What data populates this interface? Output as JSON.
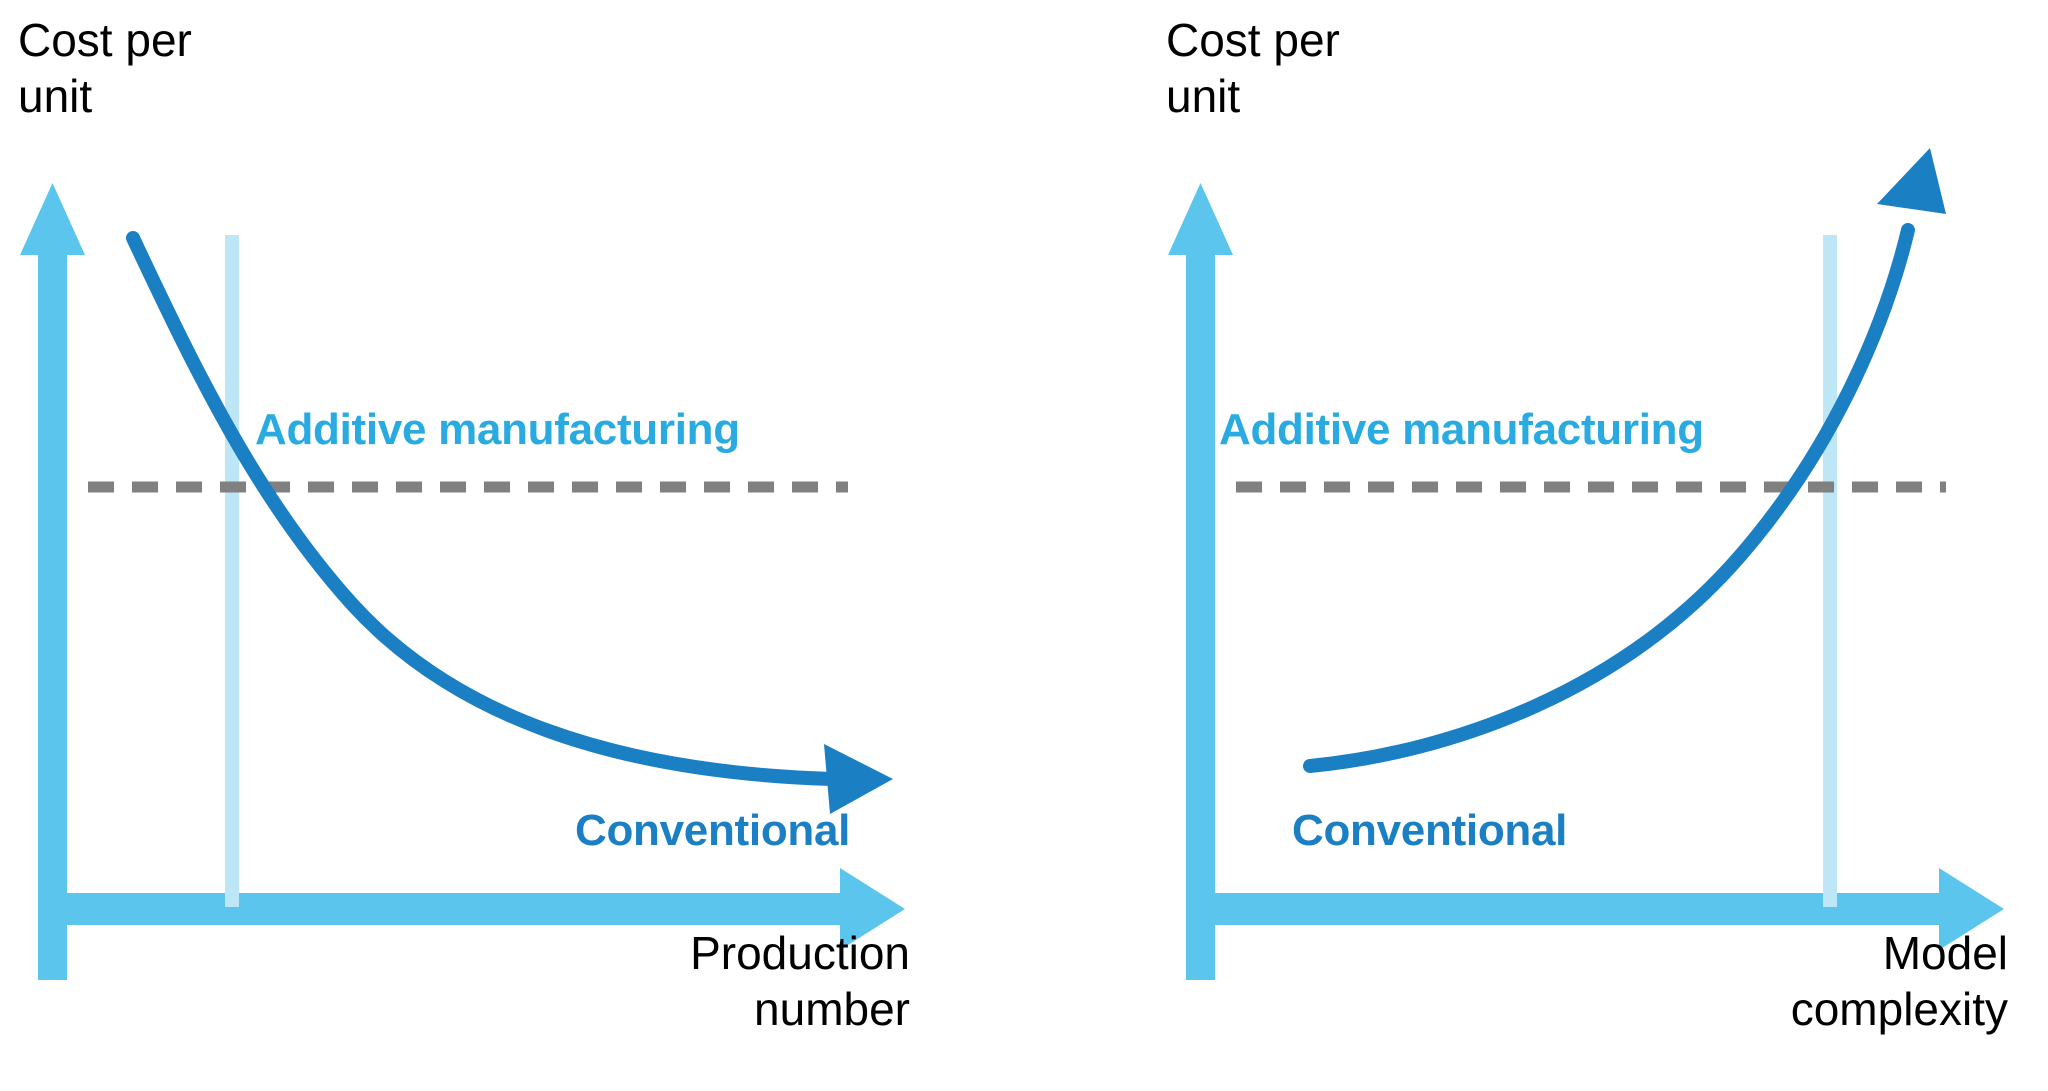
{
  "figure": {
    "background": "#ffffff",
    "panels": [
      {
        "id": "left",
        "y_axis_label": "Cost per\nunit",
        "x_axis_label": "Production\nnumber",
        "series_labels": {
          "additive": "Additive manufacturing",
          "conventional": "Conventional"
        }
      },
      {
        "id": "right",
        "y_axis_label": "Cost per\nunit",
        "x_axis_label": "Model\ncomplexity",
        "series_labels": {
          "additive": "Additive manufacturing",
          "conventional": "Conventional"
        }
      }
    ]
  },
  "colors": {
    "axis_blue": "#5BC5ED",
    "guide_blue": "#BDE7F7",
    "curve_blue": "#1B7FC4",
    "label_additive": "#29ABE2",
    "label_conventional": "#1B7FC4",
    "dashed_gray": "#808080",
    "text_black": "#000000"
  },
  "chart_data": [
    {
      "type": "line",
      "title": "",
      "panel": "left",
      "xlabel": "Production number",
      "ylabel": "Cost per unit",
      "grid": false,
      "legend": "inline-annotations",
      "xlim": [
        0,
        100
      ],
      "ylim": [
        0,
        100
      ],
      "series": [
        {
          "name": "Conventional",
          "style": "solid-arrow-curve",
          "color": "#1B7FC4",
          "description": "Decreasing convex curve (cost per unit falls as production number rises)",
          "x": [
            7,
            12,
            20,
            30,
            42,
            55,
            68,
            80,
            92,
            100
          ],
          "y": [
            88,
            78,
            63,
            50,
            39,
            30,
            24,
            20,
            18,
            17
          ]
        },
        {
          "name": "Additive manufacturing",
          "style": "dashed-horizontal",
          "color": "#808080",
          "description": "Constant cost per unit independent of production number",
          "x": [
            2,
            100
          ],
          "y": [
            57,
            57
          ]
        }
      ],
      "annotations": [
        {
          "name": "break-even-marker",
          "type": "vertical-guide",
          "color": "#BDE7F7",
          "x": 21,
          "description": "Light blue vertical line marking the break-even production number where the two curves cross"
        },
        {
          "name": "additive-label",
          "text": "Additive manufacturing",
          "x": 28,
          "y": 64
        },
        {
          "name": "conventional-label",
          "text": "Conventional",
          "x": 65,
          "y": 11
        }
      ]
    },
    {
      "type": "line",
      "title": "",
      "panel": "right",
      "xlabel": "Model complexity",
      "ylabel": "Cost per unit",
      "grid": false,
      "legend": "inline-annotations",
      "xlim": [
        0,
        100
      ],
      "ylim": [
        0,
        100
      ],
      "series": [
        {
          "name": "Conventional",
          "style": "solid-arrow-curve",
          "color": "#1B7FC4",
          "description": "Increasing convex curve (cost per unit rises sharply with model complexity)",
          "x": [
            18,
            30,
            42,
            54,
            64,
            74,
            82,
            88,
            92,
            96
          ],
          "y": [
            22,
            27,
            33,
            41,
            50,
            62,
            74,
            84,
            92,
            99
          ]
        },
        {
          "name": "Additive manufacturing",
          "style": "dashed-horizontal",
          "color": "#808080",
          "description": "Constant cost per unit independent of model complexity",
          "x": [
            2,
            100
          ],
          "y": [
            57,
            57
          ]
        }
      ],
      "annotations": [
        {
          "name": "break-even-marker",
          "type": "vertical-guide",
          "color": "#BDE7F7",
          "x": 80,
          "description": "Light blue vertical line marking the complexity level where the two curves cross"
        },
        {
          "name": "additive-label",
          "text": "Additive manufacturing",
          "x": 12,
          "y": 64
        },
        {
          "name": "conventional-label",
          "text": "Conventional",
          "x": 20,
          "y": 12
        }
      ]
    }
  ]
}
